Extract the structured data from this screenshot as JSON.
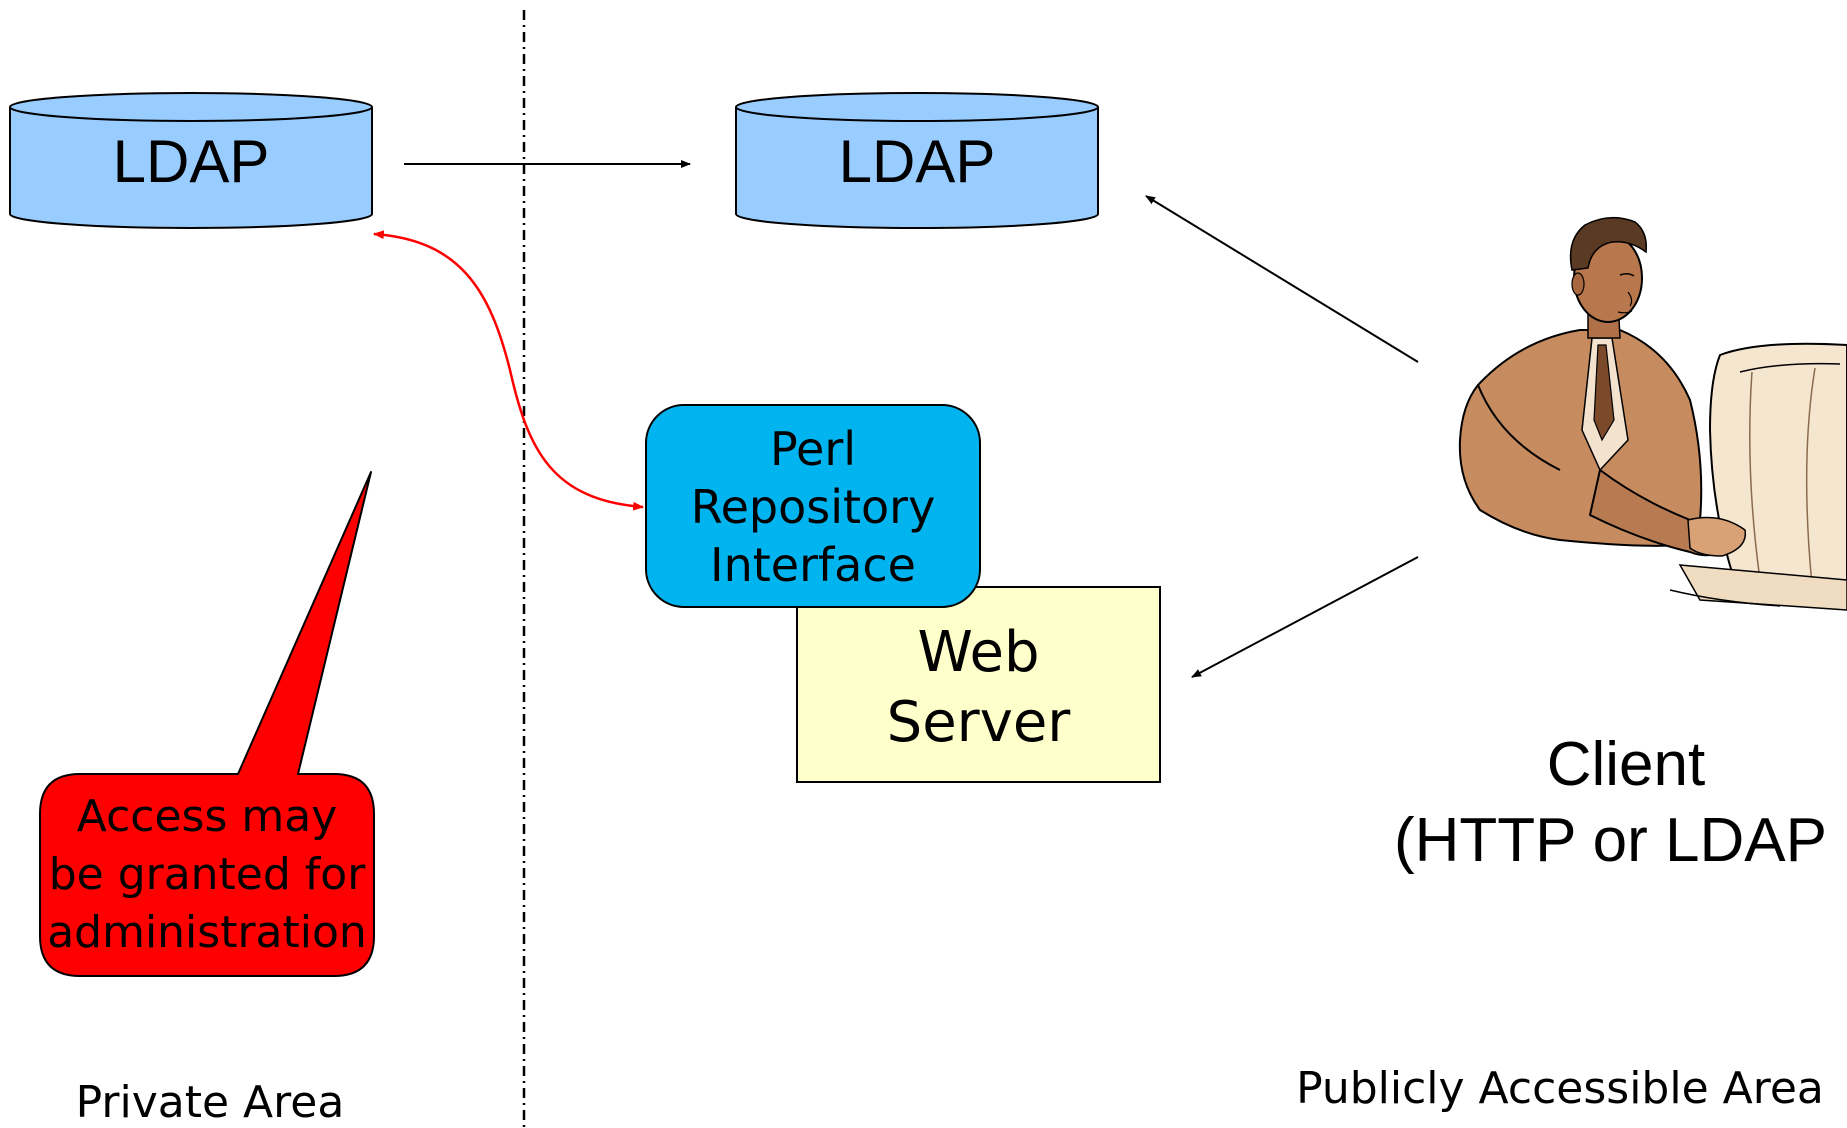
{
  "ldap_private": {
    "label": "LDAP"
  },
  "ldap_public": {
    "label": "LDAP"
  },
  "perl_interface": {
    "lines": [
      "Perl",
      "Repository",
      "Interface"
    ]
  },
  "web_server": {
    "lines": [
      "Web",
      "Server"
    ]
  },
  "callout": {
    "lines": [
      "Access may",
      "be granted for",
      "administration"
    ]
  },
  "client": {
    "lines": [
      "Client",
      "(HTTP or LDAP"
    ]
  },
  "areas": {
    "private": "Private Area",
    "public": "Publicly Accessible Area"
  },
  "colors": {
    "cylinder_fill": "#99ccff",
    "perl_fill": "#00b4f0",
    "web_fill": "#ffffcc",
    "callout_fill": "#ff0000",
    "red_arrow": "#ff0000",
    "person_skin": "#c68b5e",
    "monitor": "#f5e6d0"
  },
  "icons": {
    "client": "person-at-computer-icon"
  }
}
